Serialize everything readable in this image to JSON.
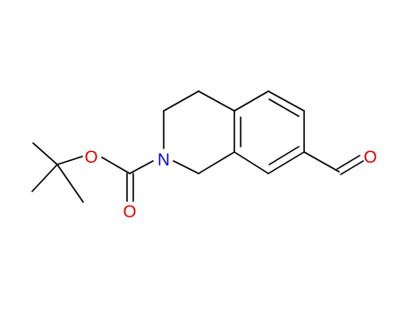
{
  "molecule": {
    "atoms": {
      "O1": {
        "symbol": "O",
        "color": "#e00000"
      },
      "O2": {
        "symbol": "O",
        "color": "#e00000"
      },
      "N1": {
        "symbol": "N",
        "color": "#0000e0"
      },
      "O3": {
        "symbol": "O",
        "color": "#e00000"
      }
    },
    "colors": {
      "bond": "#000000",
      "oxygen": "#e00000",
      "nitrogen": "#0000e0"
    }
  }
}
